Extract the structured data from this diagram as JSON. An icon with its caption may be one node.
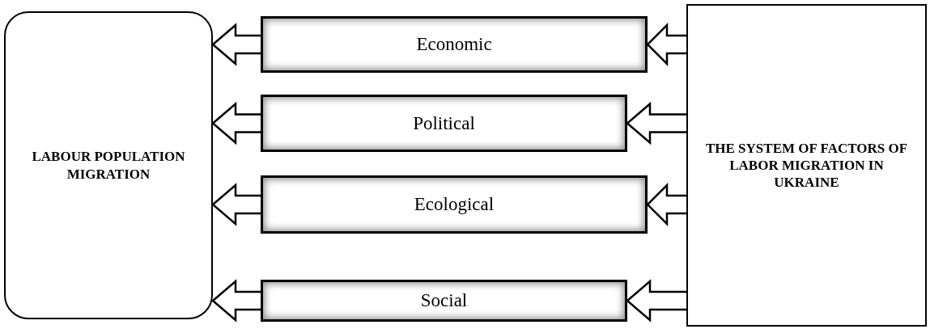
{
  "diagram": {
    "nodes": [
      {
        "text": [
          "LABOUR POPULATION MIGRATION"
        ]
      },
      {
        "text": [
          "Economic"
        ]
      },
      {
        "text": [
          "Political"
        ]
      },
      {
        "text": [
          "Ecological"
        ]
      },
      {
        "text": [
          "Social"
        ]
      },
      {
        "text": [
          "THE SYSTEM OF FACTORS OF LABOR MIGRATION IN UKRAINE"
        ]
      }
    ],
    "edges": [
      {
        "from": 5,
        "to": 1,
        "arrow": "to"
      },
      {
        "from": 5,
        "to": 2,
        "arrow": "to"
      },
      {
        "from": 5,
        "to": 3,
        "arrow": "to"
      },
      {
        "from": 5,
        "to": 4,
        "arrow": "to"
      },
      {
        "from": 1,
        "to": 0,
        "arrow": "to"
      },
      {
        "from": 2,
        "to": 0,
        "arrow": "to"
      },
      {
        "from": 3,
        "to": 0,
        "arrow": "to"
      },
      {
        "from": 4,
        "to": 0,
        "arrow": "to"
      }
    ]
  }
}
